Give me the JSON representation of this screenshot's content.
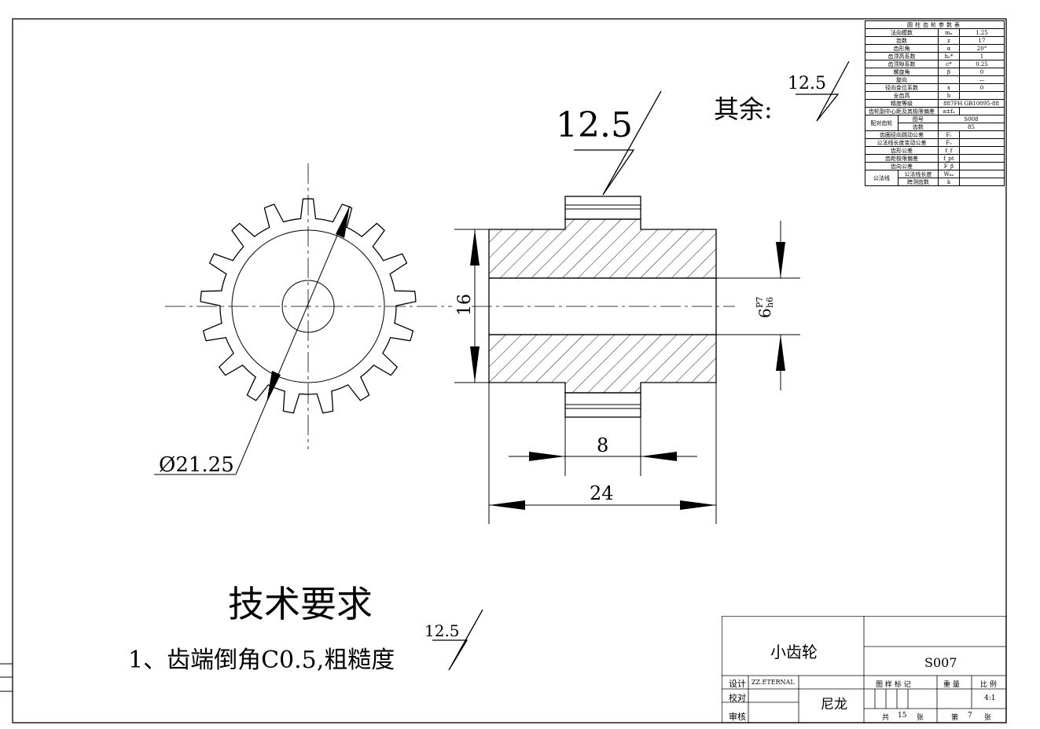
{
  "drawing": {
    "surface_roughness_top": "12.5",
    "other_surfaces_label": "其余:",
    "other_surfaces_roughness": "12.5",
    "dim_diameter": "Ø21.25",
    "dim_height": "16",
    "dim_bore": "6",
    "dim_bore_tol_upper": "P7",
    "dim_bore_tol_lower": "h6",
    "dim_hub_width": "8",
    "dim_total_length": "24"
  },
  "tech_requirements": {
    "title": "技术要求",
    "item1": "1、齿端倒角C0.5,粗糙度",
    "item1_roughness": "12.5"
  },
  "param_table": {
    "caption": "圆柱齿轮参数表",
    "rows": [
      {
        "name": "法向模数",
        "sym": "mₙ",
        "val": "1.25"
      },
      {
        "name": "齿数",
        "sym": "z",
        "val": "17"
      },
      {
        "name": "齿形角",
        "sym": "α",
        "val": "20°"
      },
      {
        "name": "齿顶高系数",
        "sym": "hₐ*",
        "val": "1"
      },
      {
        "name": "齿顶隙系数",
        "sym": "c*",
        "val": "0.25"
      },
      {
        "name": "螺旋角",
        "sym": "β",
        "val": "0"
      },
      {
        "name": "旋向",
        "sym": "",
        "val": "—"
      },
      {
        "name": "径向变位系数",
        "sym": "x",
        "val": "0"
      },
      {
        "name": "全齿高",
        "sym": "h",
        "val": ""
      }
    ],
    "accuracy_label": "精度等级",
    "accuracy_value": "887FH GB10095-88",
    "center_label": "齿轮副中心距及其极限偏差",
    "center_sym": "a±fₐ",
    "mating_label": "配对齿轮",
    "mating_drawing_label": "图号",
    "mating_drawing_value": "S008",
    "mating_teeth_label": "齿数",
    "mating_teeth_value": "85",
    "tol_rows": [
      {
        "name": "齿圈径向跳动公差",
        "sym": "Fᵣ"
      },
      {
        "name": "公法线长度变动公差",
        "sym": "Fᵥ"
      },
      {
        "name": "齿形公差",
        "sym": "f_f"
      },
      {
        "name": "齿距极限偏差",
        "sym": "f_pt"
      },
      {
        "name": "齿向公差",
        "sym": "F_β"
      }
    ],
    "common_normal_label": "公法线",
    "cn_length_label": "公法线长度",
    "cn_length_sym": "Wₖₙ",
    "cn_span_label": "跨测齿数",
    "cn_span_sym": "k"
  },
  "title_block": {
    "part_name": "小齿轮",
    "drawing_number": "S007",
    "designer_label": "设计",
    "designer": "ZZ.ETERNAL",
    "checker_label": "校对",
    "approver_label": "审核",
    "material": "尼龙",
    "sample_mark_label": "图 样 标 记",
    "weight_label": "重 量",
    "scale_label": "比 例",
    "scale": "4:1",
    "total_label": "共",
    "total_sheets": "15",
    "sheet_unit": "张",
    "sheet_label": "第",
    "sheet_number": "7",
    "sheet_unit2": "张"
  }
}
